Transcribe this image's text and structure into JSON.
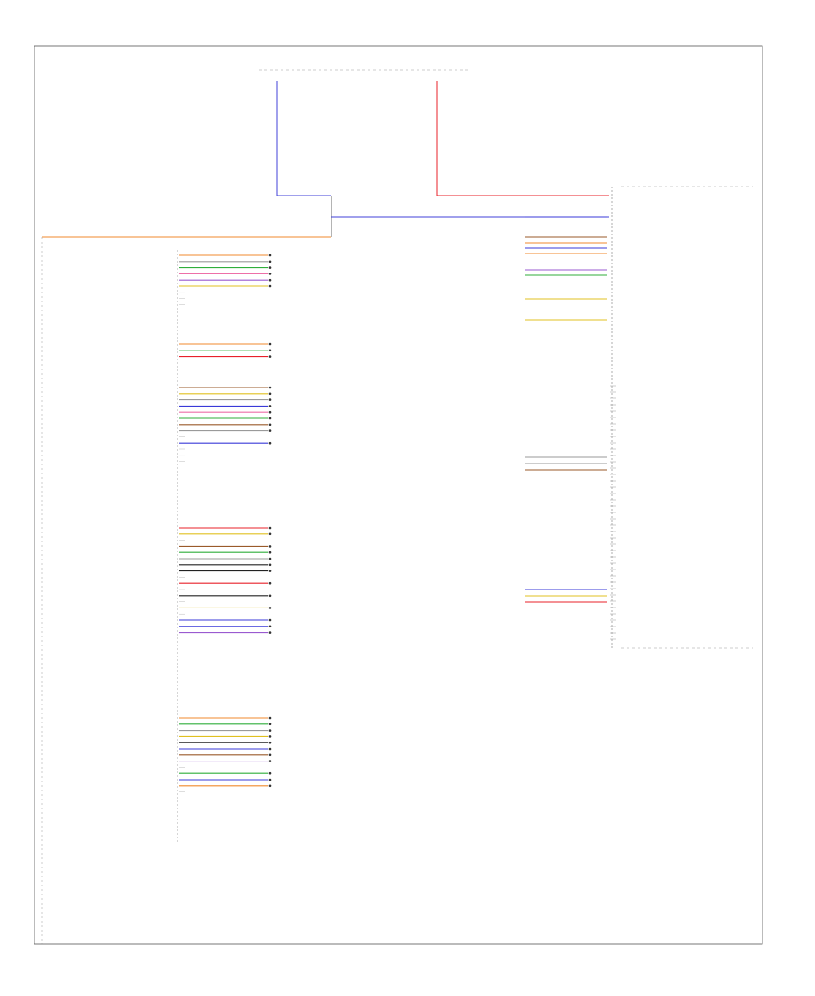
{
  "colors": {
    "frame": "#444444",
    "red": "#e8202a",
    "blue": "#3a3ad8",
    "orange": "#f08a2c",
    "gray": "#888888"
  },
  "footer": {
    "code": ""
  },
  "top_connectors": [],
  "junction_labels": [],
  "left_block": {
    "connector_id": "",
    "bottom_caption": [],
    "groups": [
      {
        "rows": [
          {
            "func": "",
            "wire": "orange",
            "dest": ""
          },
          {
            "func": "",
            "wire": "gray",
            "dest": ""
          },
          {
            "func": "",
            "wire": "green",
            "dest": ""
          },
          {
            "func": "",
            "wire": "pink",
            "dest": ""
          },
          {
            "func": "",
            "wire": "violet",
            "dest": ""
          },
          {
            "func": "",
            "wire": "yellow",
            "dest": ""
          },
          {
            "func": "",
            "wire": "none",
            "dest": ""
          },
          {
            "func": "",
            "wire": "none",
            "dest": ""
          },
          {
            "func": "",
            "wire": "none",
            "dest": ""
          }
        ]
      },
      {
        "rows": [
          {
            "func": "",
            "wire": "orange",
            "dest": ""
          },
          {
            "func": "",
            "wire": "green",
            "dest": ""
          },
          {
            "func": "",
            "wire": "red",
            "dest": ""
          }
        ]
      },
      {
        "rows": [
          {
            "func": "",
            "wire": "brown",
            "dest": ""
          },
          {
            "func": "",
            "wire": "yellow",
            "dest": ""
          },
          {
            "func": "",
            "wire": "gray",
            "dest": ""
          },
          {
            "func": "",
            "wire": "blue",
            "dest": ""
          },
          {
            "func": "",
            "wire": "pink",
            "dest": ""
          },
          {
            "func": "",
            "wire": "green",
            "dest": ""
          },
          {
            "func": "",
            "wire": "brown",
            "dest": ""
          },
          {
            "func": "",
            "wire": "gray",
            "dest": ""
          },
          {
            "func": "",
            "wire": "none",
            "dest": ""
          },
          {
            "func": "",
            "wire": "blue",
            "dest": ""
          },
          {
            "func": "",
            "wire": "none",
            "dest": ""
          },
          {
            "func": "",
            "wire": "none",
            "dest": ""
          },
          {
            "func": "",
            "wire": "none",
            "dest": ""
          }
        ]
      },
      {
        "rows": [
          {
            "func": "",
            "wire": "red",
            "dest": ""
          },
          {
            "func": "",
            "wire": "yellow",
            "dest": ""
          },
          {
            "func": "",
            "wire": "none",
            "dest": ""
          },
          {
            "func": "",
            "wire": "brown",
            "dest": ""
          },
          {
            "func": "",
            "wire": "green",
            "dest": ""
          },
          {
            "func": "",
            "wire": "gray",
            "dest": ""
          },
          {
            "func": "",
            "wire": "black",
            "dest": ""
          },
          {
            "func": "",
            "wire": "black",
            "dest": ""
          },
          {
            "func": "",
            "wire": "none",
            "dest": ""
          },
          {
            "func": "",
            "wire": "red",
            "dest": ""
          },
          {
            "func": "",
            "wire": "none",
            "dest": ""
          },
          {
            "func": "",
            "wire": "black",
            "dest": ""
          },
          {
            "func": "",
            "wire": "none",
            "dest": ""
          },
          {
            "func": "",
            "wire": "yellow",
            "dest": ""
          },
          {
            "func": "",
            "wire": "none",
            "dest": ""
          },
          {
            "func": "",
            "wire": "blue",
            "dest": ""
          },
          {
            "func": "",
            "wire": "blue",
            "dest": ""
          },
          {
            "func": "",
            "wire": "violet",
            "dest": ""
          }
        ]
      },
      {
        "rows": [
          {
            "func": "",
            "wire": "orange",
            "dest": ""
          },
          {
            "func": "",
            "wire": "green",
            "dest": ""
          },
          {
            "func": "",
            "wire": "gray",
            "dest": ""
          },
          {
            "func": "",
            "wire": "yellow",
            "dest": ""
          },
          {
            "func": "",
            "wire": "black",
            "dest": ""
          },
          {
            "func": "",
            "wire": "blue",
            "dest": ""
          },
          {
            "func": "",
            "wire": "brown",
            "dest": ""
          },
          {
            "func": "",
            "wire": "violet",
            "dest": ""
          },
          {
            "func": "",
            "wire": "none",
            "dest": ""
          },
          {
            "func": "",
            "wire": "green",
            "dest": ""
          },
          {
            "func": "",
            "wire": "blue",
            "dest": ""
          },
          {
            "func": "",
            "wire": "orange",
            "dest": ""
          },
          {
            "func": "",
            "wire": "none",
            "dest": ""
          }
        ]
      }
    ]
  },
  "right_upper_block": {
    "connector_id": "",
    "rows": [
      {
        "func": "",
        "wire": "red",
        "dest": ""
      },
      {
        "func": "",
        "wire": "blue",
        "dest": ""
      },
      {
        "func": "",
        "wire": "brown",
        "dest": ""
      },
      {
        "func": "",
        "wire": "orange",
        "dest": ""
      },
      {
        "func": "",
        "wire": "blue",
        "dest": ""
      },
      {
        "func": "",
        "wire": "orange",
        "dest": ""
      },
      {
        "func": "",
        "wire": "violet",
        "dest": ""
      },
      {
        "func": "",
        "wire": "green",
        "dest": ""
      },
      {
        "func": "",
        "wire": "yellow",
        "dest": ""
      },
      {
        "func": "",
        "wire": "yellow",
        "dest": ""
      }
    ]
  },
  "right_lower_block": {
    "connector_id": "",
    "caption": [],
    "rows": [
      {
        "func": "",
        "wire": "gray",
        "dest": ""
      },
      {
        "func": "",
        "wire": "gray",
        "dest": ""
      },
      {
        "func": "",
        "wire": "brown",
        "dest": ""
      },
      {
        "func": "",
        "wire": "blue",
        "dest": ""
      },
      {
        "func": "",
        "wire": "yellow",
        "dest": ""
      },
      {
        "func": "",
        "wire": "red",
        "dest": ""
      }
    ]
  }
}
